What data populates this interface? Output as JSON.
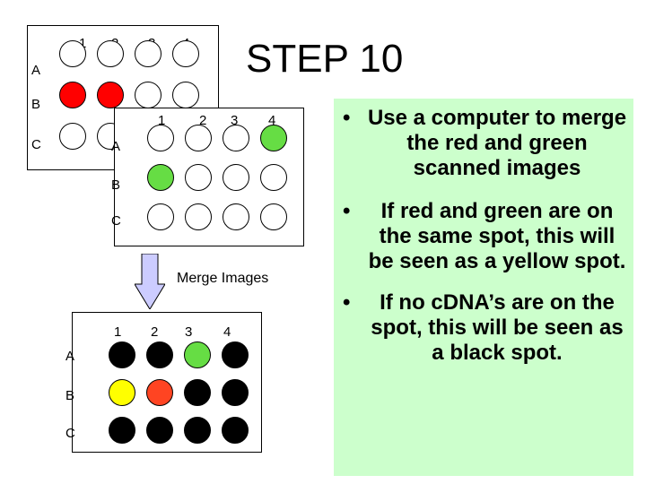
{
  "title": "STEP 10",
  "merge_label": "Merge Images",
  "columns": [
    "1",
    "2",
    "3",
    "4"
  ],
  "rows": [
    "A",
    "B",
    "C"
  ],
  "plates": {
    "red": {
      "spots": [
        [
          "#ffffff",
          "#ffffff",
          "#ffffff",
          "#ffffff"
        ],
        [
          "#ff0000",
          "#ff0000",
          "#ffffff",
          "#ffffff"
        ],
        [
          "#ffffff",
          "#ffffff",
          "#ffffff",
          "#ffffff"
        ]
      ]
    },
    "green": {
      "spots": [
        [
          "#ffffff",
          "#ffffff",
          "#ffffff",
          "#66dd44"
        ],
        [
          "#66dd44",
          "#ffffff",
          "#ffffff",
          "#ffffff"
        ],
        [
          "#ffffff",
          "#ffffff",
          "#ffffff",
          "#ffffff"
        ]
      ]
    },
    "merged": {
      "spots": [
        [
          "#000000",
          "#000000",
          "#66dd44",
          "#000000"
        ],
        [
          "#ffff00",
          "#ff4422",
          "#000000",
          "#000000"
        ],
        [
          "#000000",
          "#000000",
          "#000000",
          "#000000"
        ]
      ]
    }
  },
  "notes": {
    "bullet": "•",
    "items": [
      "Use a computer to merge the red and green scanned images",
      "If red and green are on the same spot, this will be seen as a yellow spot.",
      "If no cDNA’s are on the spot, this will be seen as a black spot."
    ]
  },
  "colors": {
    "note_background": "#ccffcc",
    "arrow_fill": "#ccccff"
  }
}
